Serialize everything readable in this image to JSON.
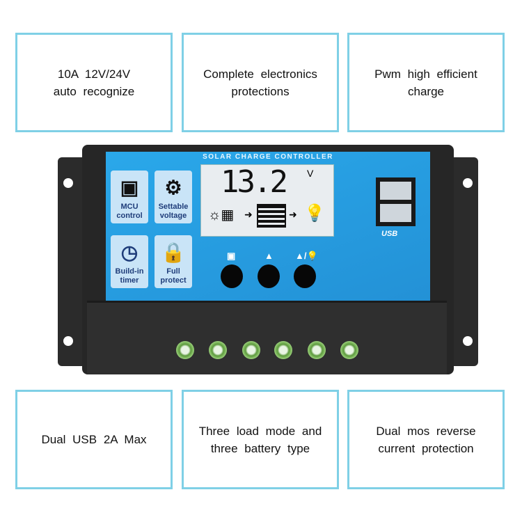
{
  "features_top": [
    {
      "line1": "10A 12V/24V",
      "line2": "auto recognize"
    },
    {
      "line1": "Complete electronics",
      "line2": "protections"
    },
    {
      "line1": "Pwm high efficient",
      "line2": "charge"
    }
  ],
  "features_bottom": [
    {
      "line1": "Dual USB 2A Max",
      "line2": ""
    },
    {
      "line1": "Three load mode and",
      "line2": "three battery type"
    },
    {
      "line1": "Dual mos reverse",
      "line2": "current protection"
    }
  ],
  "device": {
    "title": "SOLAR CHARGE CONTROLLER",
    "lcd_voltage": "13.2",
    "lcd_unit": "V",
    "tiles": [
      {
        "icon": "chip-icon",
        "line1": "MCU",
        "line2": "control"
      },
      {
        "icon": "gear-icon",
        "line1": "Settable",
        "line2": "voltage"
      },
      {
        "icon": "clock-icon",
        "line1": "Build-in",
        "line2": "timer"
      },
      {
        "icon": "lock-icon",
        "line1": "Full",
        "line2": "protect"
      }
    ],
    "usb_label": "USB",
    "button_icons": [
      "▣",
      "▲",
      "▲/💡"
    ],
    "colors": {
      "panel": "#2a9ee0",
      "body": "#2b2b2b",
      "border": "#7fd0e6",
      "terminal": "#5c9a3c"
    }
  }
}
